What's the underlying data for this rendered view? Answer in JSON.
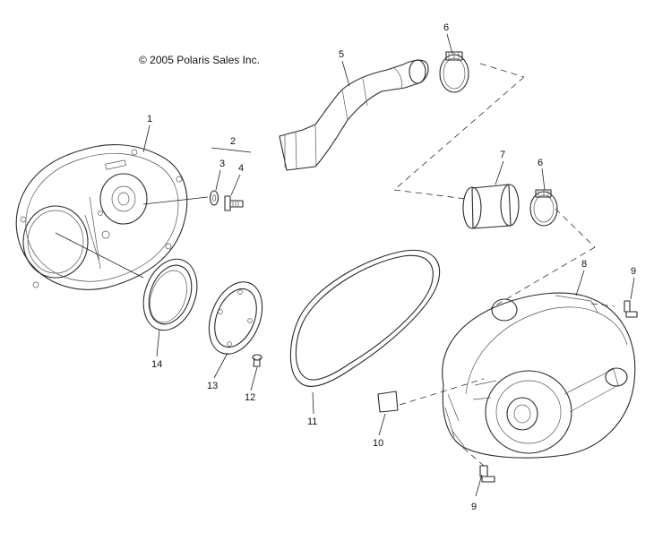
{
  "copyright": "© 2005 Polaris Sales Inc.",
  "callouts": [
    {
      "id": "1",
      "part": "inner-clutch-cover"
    },
    {
      "id": "2",
      "part": "fastener-kit"
    },
    {
      "id": "3",
      "part": "washer"
    },
    {
      "id": "4",
      "part": "bolt"
    },
    {
      "id": "5",
      "part": "clutch-intake-duct"
    },
    {
      "id": "6",
      "part": "hose-clamp"
    },
    {
      "id": "6",
      "part": "hose-clamp"
    },
    {
      "id": "7",
      "part": "duct-coupler"
    },
    {
      "id": "8",
      "part": "outer-clutch-cover"
    },
    {
      "id": "9",
      "part": "cover-bolt"
    },
    {
      "id": "9",
      "part": "cover-bolt"
    },
    {
      "id": "10",
      "part": "decal"
    },
    {
      "id": "11",
      "part": "drive-belt"
    },
    {
      "id": "12",
      "part": "screw"
    },
    {
      "id": "13",
      "part": "retainer-plate"
    },
    {
      "id": "14",
      "part": "cover-seal"
    }
  ],
  "colors": {
    "line": "#2a2a2a",
    "shade": "#e6e6e6",
    "background": "#ffffff"
  }
}
